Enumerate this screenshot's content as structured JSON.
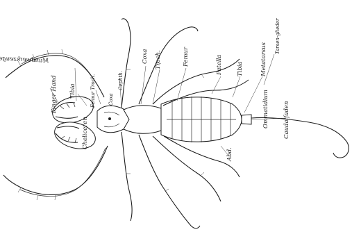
{
  "figure": {
    "labels": {
      "mouthparts_mirrored": "Mundwerkzeuge",
      "finger_hand": "Finger Hand",
      "tibia_pedipalp": "Tibia",
      "femur_troch": "Femur Troch.",
      "cheliceren": "Cheliceren",
      "coxa_left": "Coxa",
      "cephth": "Cephth.",
      "coxa": "Coxa",
      "troch": "Troch.",
      "femur": "Femur",
      "patella": "Patella",
      "tibia": "Tibia",
      "metatarsus": "Metatarsus",
      "tarsenglieder": "Tarsen-glieder",
      "ommatidium": "Ommatidium",
      "caudalfaden": "Caudalfaden",
      "abd": "Abd."
    }
  }
}
